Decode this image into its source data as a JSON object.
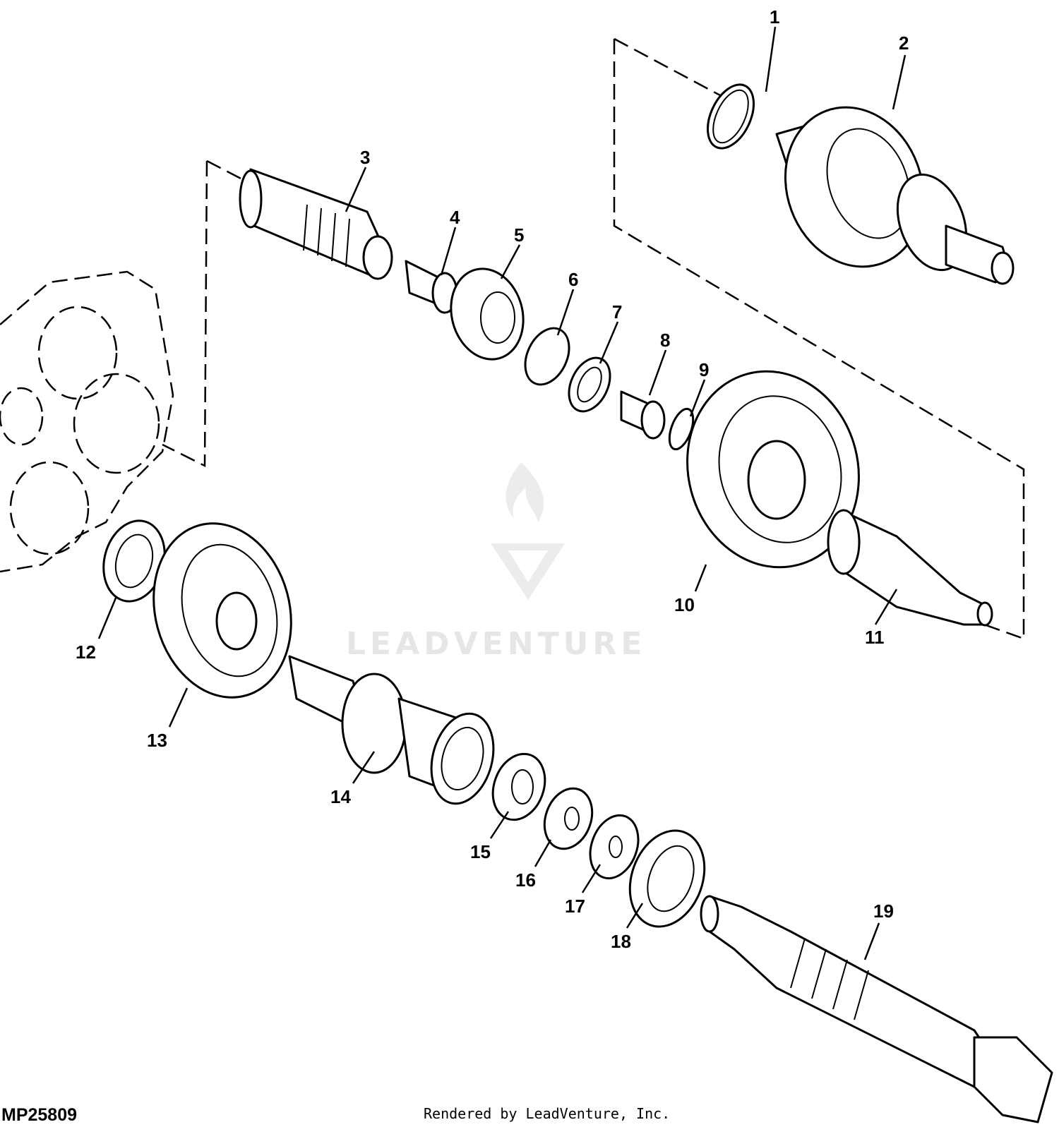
{
  "diagram": {
    "reference_code": "MP25809",
    "credit": "Rendered by LeadVenture, Inc.",
    "watermark": "LEADVENTURE",
    "callouts": [
      "1",
      "2",
      "3",
      "4",
      "5",
      "6",
      "7",
      "8",
      "9",
      "10",
      "11",
      "12",
      "13",
      "14",
      "15",
      "16",
      "17",
      "18",
      "19"
    ]
  }
}
